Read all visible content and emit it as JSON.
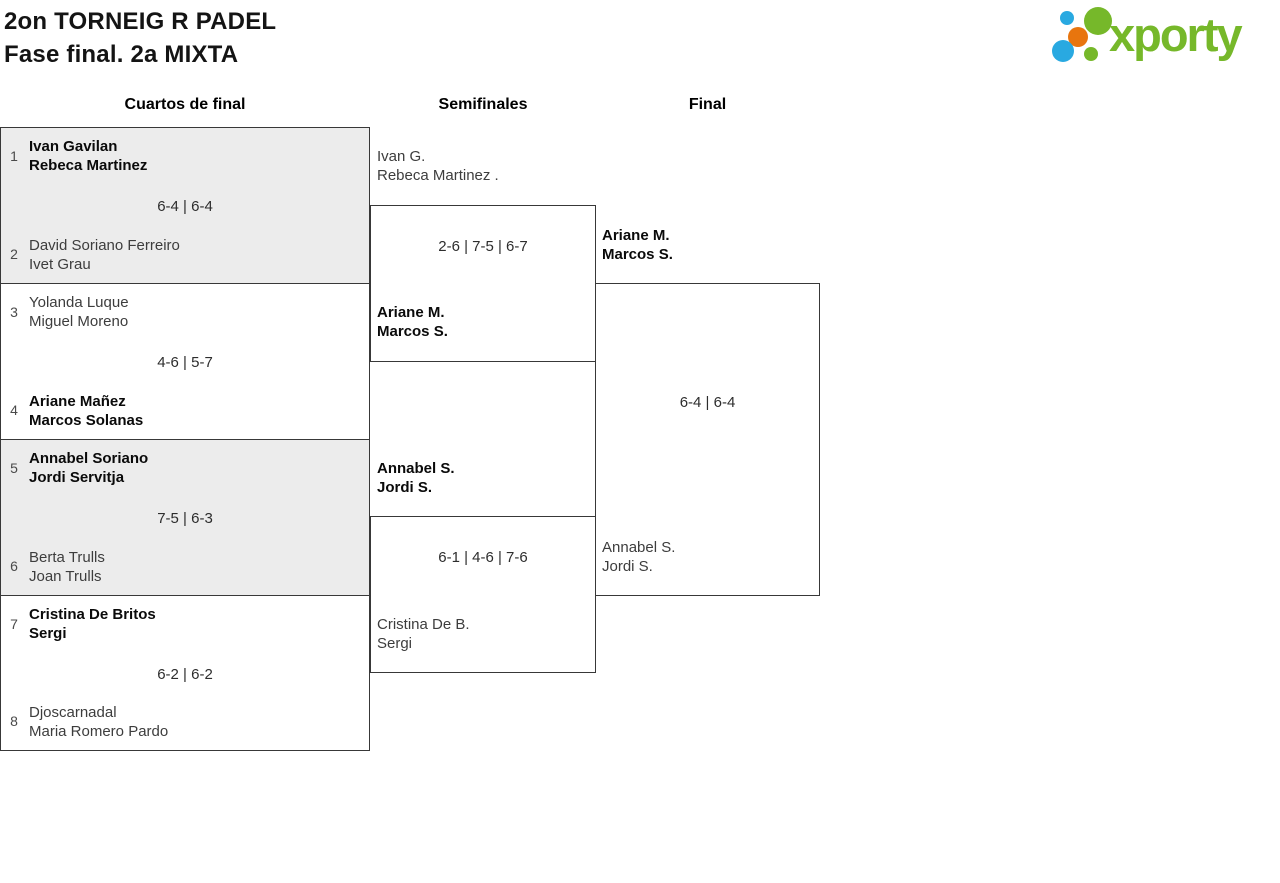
{
  "title": {
    "line1": "2on TORNEIG R PADEL",
    "line2": "Fase final. 2a MIXTA"
  },
  "logo": {
    "brand": "xporty"
  },
  "colors": {
    "brand_green": "#76b82a",
    "brand_blue": "#29a9e1",
    "brand_orange": "#e8750e",
    "shaded_match_background": "#ececec",
    "border": "#383838"
  },
  "round_headers": [
    {
      "label": "Cuartos de final"
    },
    {
      "label": "Semifinales"
    },
    {
      "label": "Final"
    }
  ],
  "quarterfinals": [
    {
      "seed_top": "1",
      "team_top": {
        "line1": "Ivan Gavilan",
        "line2": "Rebeca Martinez",
        "winner": true
      },
      "score": "6-4 | 6-4",
      "seed_bottom": "2",
      "team_bottom": {
        "line1": "David Soriano Ferreiro",
        "line2": "Ivet Grau",
        "winner": false
      }
    },
    {
      "seed_top": "3",
      "team_top": {
        "line1": "Yolanda Luque",
        "line2": "Miguel Moreno",
        "winner": false
      },
      "score": "4-6 | 5-7",
      "seed_bottom": "4",
      "team_bottom": {
        "line1": "Ariane Mañez",
        "line2": "Marcos Solanas",
        "winner": true
      }
    },
    {
      "seed_top": "5",
      "team_top": {
        "line1": "Annabel Soriano",
        "line2": "Jordi Servitja",
        "winner": true
      },
      "score": "7-5 | 6-3",
      "seed_bottom": "6",
      "team_bottom": {
        "line1": "Berta Trulls",
        "line2": "Joan Trulls",
        "winner": false
      }
    },
    {
      "seed_top": "7",
      "team_top": {
        "line1": "Cristina De Britos",
        "line2": "Sergi",
        "winner": true
      },
      "score": "6-2 | 6-2",
      "seed_bottom": "8",
      "team_bottom": {
        "line1": "Djoscarnadal",
        "line2": "Maria Romero Pardo",
        "winner": false
      }
    }
  ],
  "semifinals": [
    {
      "team_top": {
        "line1": "Ivan G.",
        "line2": "Rebeca Martinez .",
        "winner": false
      },
      "score": "2-6 | 7-5 | 6-7",
      "team_bottom": {
        "line1": "Ariane M.",
        "line2": "Marcos S.",
        "winner": true
      }
    },
    {
      "team_top": {
        "line1": "Annabel S.",
        "line2": "Jordi S.",
        "winner": true
      },
      "score": "6-1 | 4-6 | 7-6",
      "team_bottom": {
        "line1": "Cristina De B.",
        "line2": "Sergi",
        "winner": false
      }
    }
  ],
  "final": {
    "team_top": {
      "line1": "Ariane M.",
      "line2": "Marcos S.",
      "winner": true
    },
    "score": "6-4 | 6-4",
    "team_bottom": {
      "line1": "Annabel S.",
      "line2": "Jordi S.",
      "winner": false
    }
  }
}
